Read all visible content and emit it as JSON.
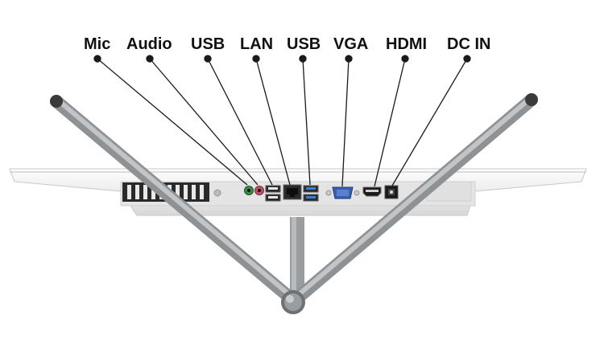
{
  "port_labels": [
    {
      "id": "mic",
      "text": "Mic"
    },
    {
      "id": "audio",
      "text": "Audio"
    },
    {
      "id": "usb_a",
      "text": "USB"
    },
    {
      "id": "lan",
      "text": "LAN"
    },
    {
      "id": "usb_b",
      "text": "USB"
    },
    {
      "id": "vga",
      "text": "VGA"
    },
    {
      "id": "hdmi",
      "text": "HDMI"
    },
    {
      "id": "dcin",
      "text": "DC IN"
    }
  ],
  "colors": {
    "body": "#f2f2f2",
    "stand": "#a9abad",
    "leader": "#1a1a1a",
    "usb_blue": "#3a7fd0",
    "mic_green": "#3a8a4a",
    "audio_pink": "#c0506a"
  }
}
